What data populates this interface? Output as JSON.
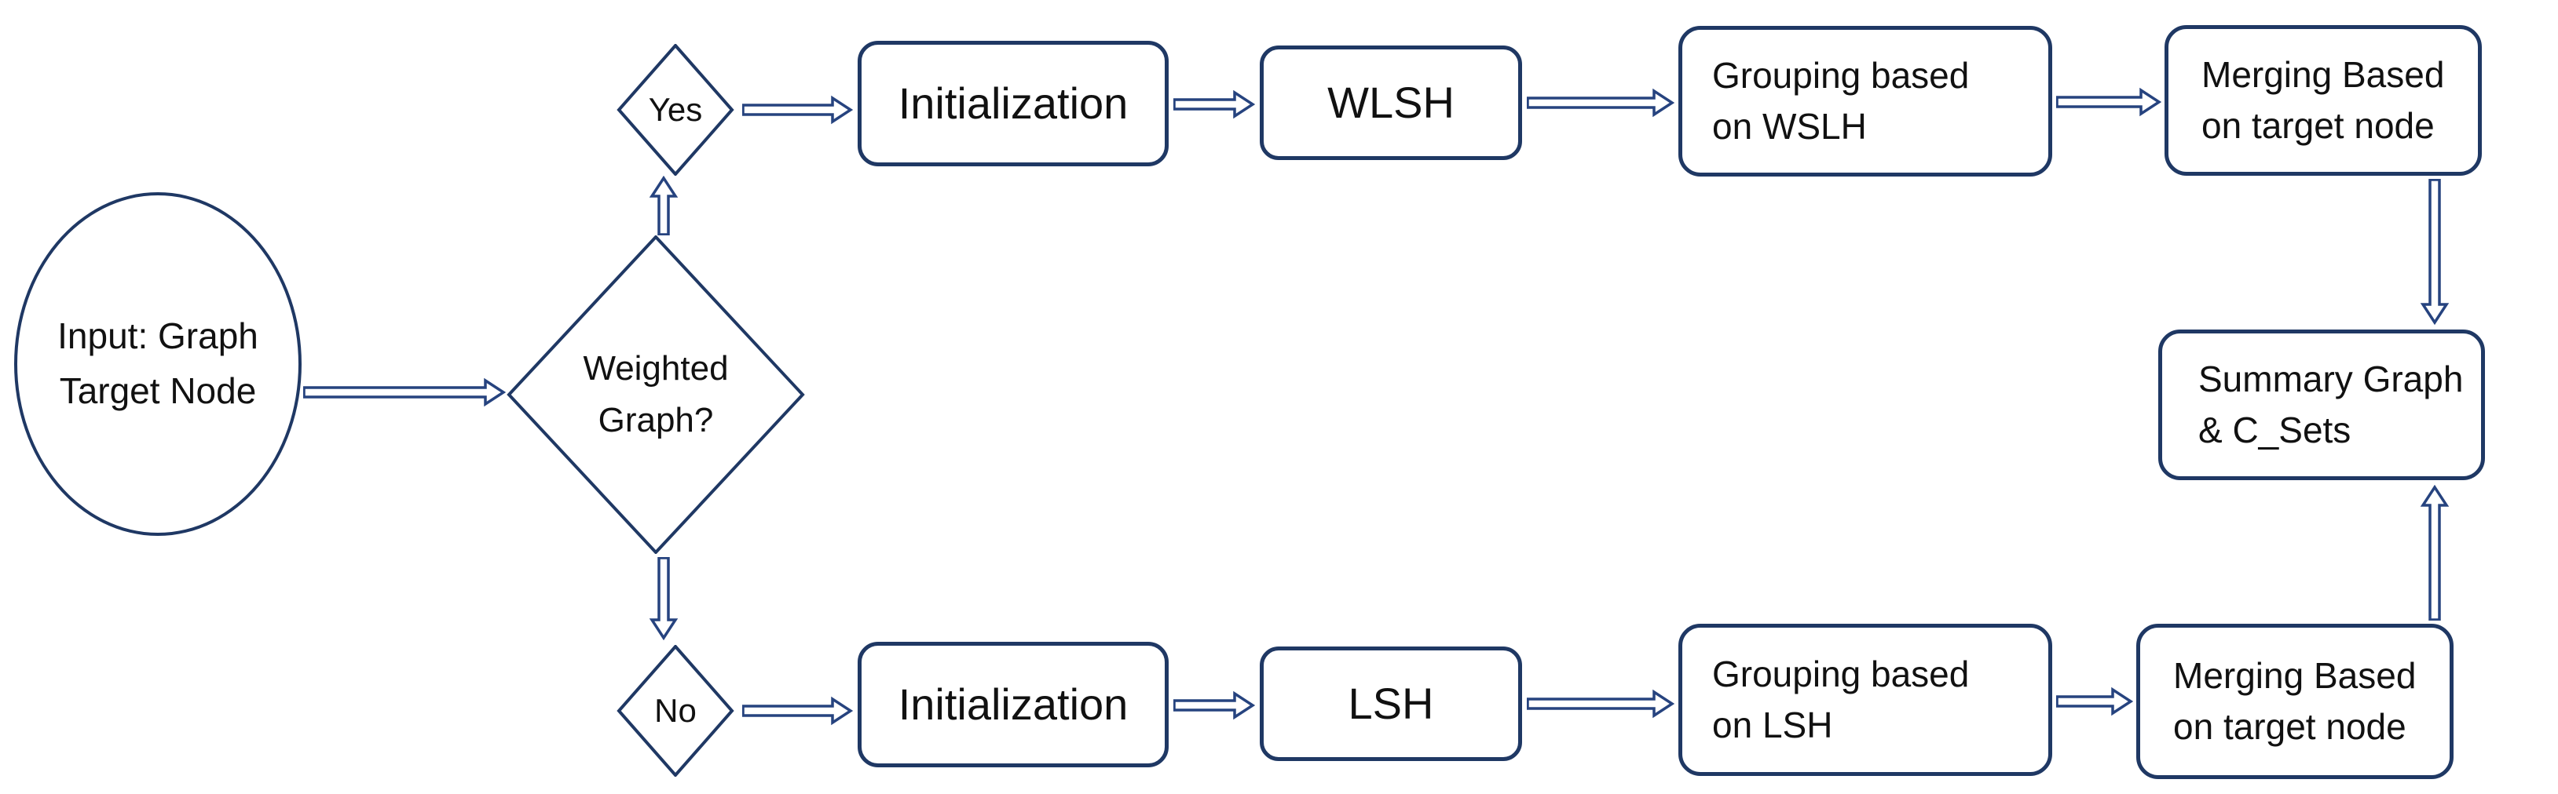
{
  "diagram": {
    "background": "#ffffff",
    "outline_color": "#1f3864",
    "arrow_color": "#26437f",
    "text_color": "#111111",
    "nodes": {
      "input": {
        "type": "ellipse",
        "lines": [
          "Input: Graph",
          "Target Node"
        ]
      },
      "weighted_decision": {
        "type": "diamond",
        "lines": [
          "Weighted",
          "Graph?"
        ]
      },
      "yes_branch": {
        "type": "diamond",
        "lines": [
          "Yes"
        ]
      },
      "no_branch": {
        "type": "diamond",
        "lines": [
          "No"
        ]
      },
      "initialization_top": {
        "type": "rounded-box",
        "lines": [
          "Initialization"
        ]
      },
      "wlsh": {
        "type": "rounded-box",
        "lines": [
          "WLSH"
        ]
      },
      "grouping_wslh": {
        "type": "rounded-box",
        "lines": [
          "Grouping based",
          "on WSLH"
        ]
      },
      "merging_top": {
        "type": "rounded-box",
        "lines": [
          "Merging Based",
          "on target node"
        ]
      },
      "summary": {
        "type": "rounded-box",
        "lines": [
          "Summary Graph",
          "& C_Sets"
        ]
      },
      "initialization_bottom": {
        "type": "rounded-box",
        "lines": [
          "Initialization"
        ]
      },
      "lsh": {
        "type": "rounded-box",
        "lines": [
          "LSH"
        ]
      },
      "grouping_lsh": {
        "type": "rounded-box",
        "lines": [
          "Grouping based",
          "on LSH"
        ]
      },
      "merging_bottom": {
        "type": "rounded-box",
        "lines": [
          "Merging Based",
          "on target node"
        ]
      }
    },
    "edges": [
      {
        "from": "input",
        "to": "weighted_decision"
      },
      {
        "from": "weighted_decision",
        "to": "yes_branch"
      },
      {
        "from": "weighted_decision",
        "to": "no_branch"
      },
      {
        "from": "yes_branch",
        "to": "initialization_top"
      },
      {
        "from": "initialization_top",
        "to": "wlsh"
      },
      {
        "from": "wlsh",
        "to": "grouping_wslh"
      },
      {
        "from": "grouping_wslh",
        "to": "merging_top"
      },
      {
        "from": "merging_top",
        "to": "summary"
      },
      {
        "from": "no_branch",
        "to": "initialization_bottom"
      },
      {
        "from": "initialization_bottom",
        "to": "lsh"
      },
      {
        "from": "lsh",
        "to": "grouping_lsh"
      },
      {
        "from": "grouping_lsh",
        "to": "merging_bottom"
      },
      {
        "from": "merging_bottom",
        "to": "summary"
      }
    ]
  }
}
